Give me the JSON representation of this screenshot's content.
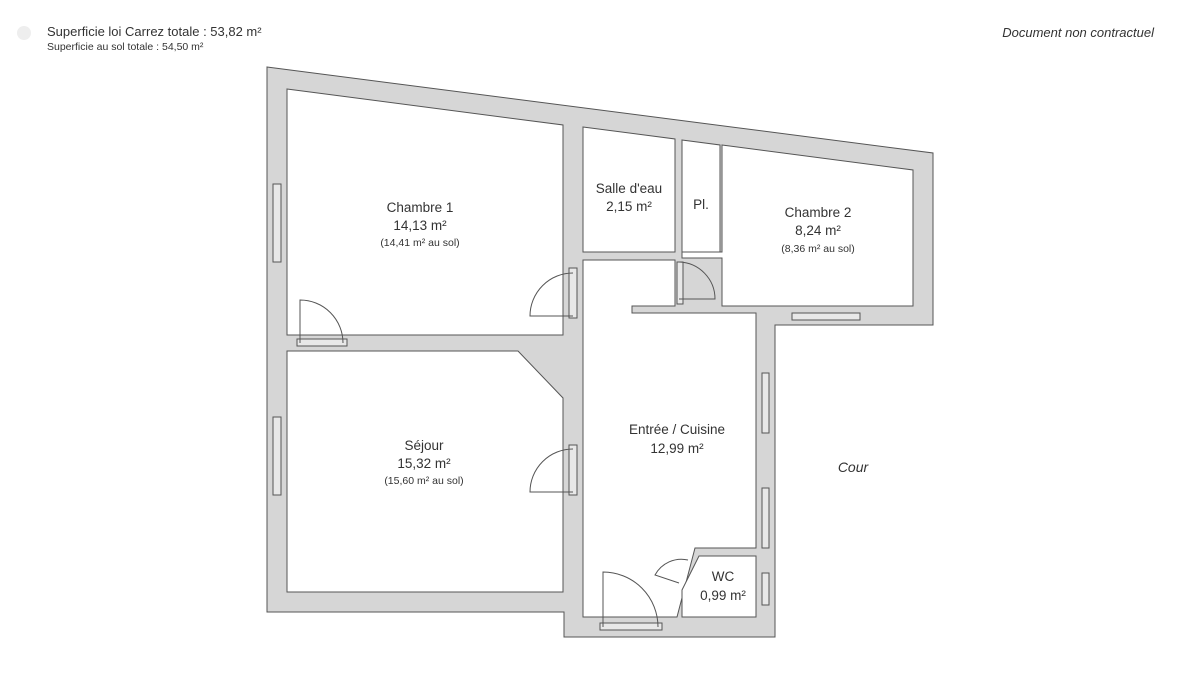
{
  "header": {
    "carrez_total": "Superficie loi Carrez totale :  53,82 m²",
    "sol_total": "Superficie au sol totale :  54,50 m²",
    "note": "Document non contractuel"
  },
  "rooms": [
    {
      "name": "Chambre 1",
      "area": "14,13 m²",
      "floor_area": "(14,41 m² au sol)"
    },
    {
      "name": "Salle d'eau",
      "area": "2,15 m²"
    },
    {
      "name": "Pl.",
      "area": ""
    },
    {
      "name": "Chambre 2",
      "area": "8,24 m²",
      "floor_area": "(8,36 m² au sol)"
    },
    {
      "name": "Séjour",
      "area": "15,32 m²",
      "floor_area": "(15,60 m² au sol)"
    },
    {
      "name": "Entrée / Cuisine",
      "area": "12,99 m²"
    },
    {
      "name": "WC",
      "area": "0,99 m²"
    }
  ],
  "outside": {
    "label": "Cour"
  },
  "colors": {
    "wall": "#d6d6d6",
    "outline": "#555555",
    "text": "#333333"
  }
}
